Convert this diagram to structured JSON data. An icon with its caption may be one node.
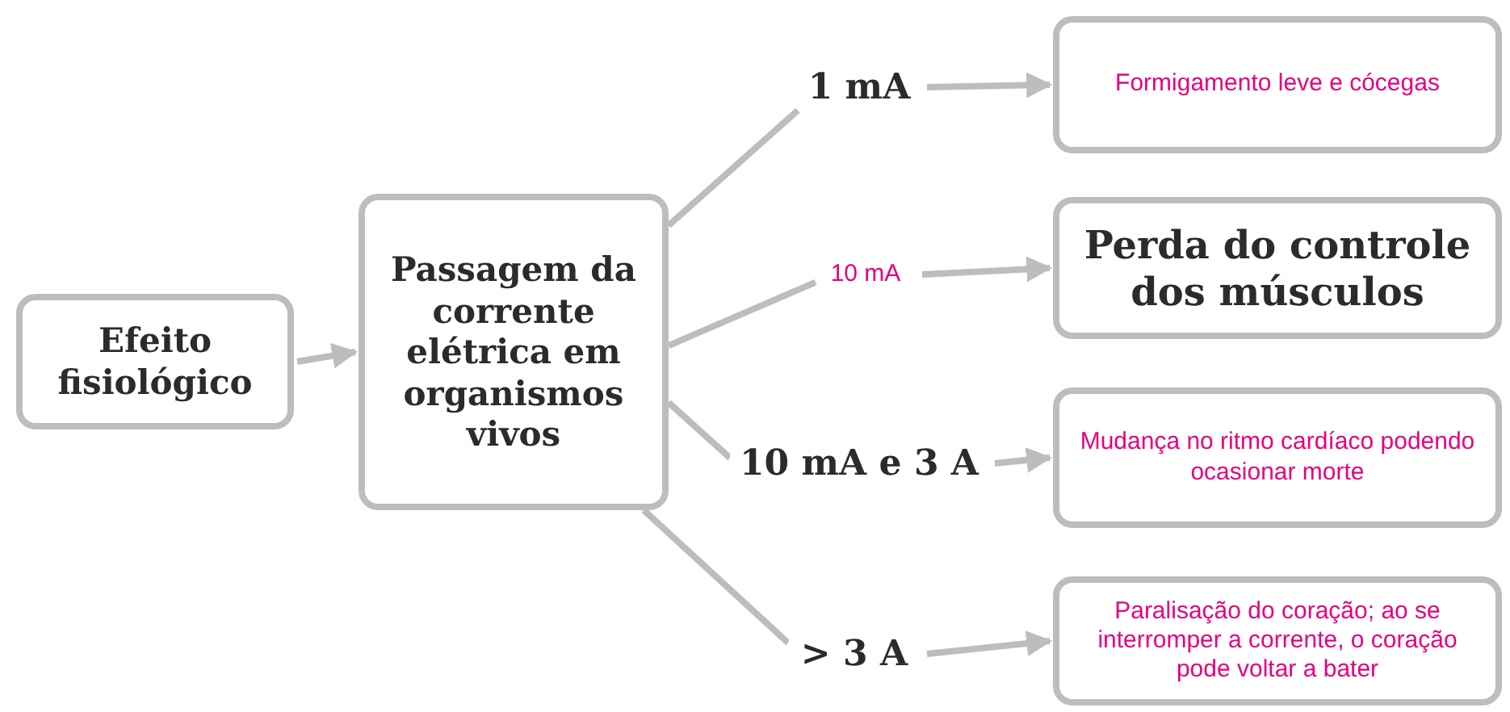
{
  "diagram": {
    "nodes": [
      {
        "text": [
          "Efeito fisiológico"
        ]
      },
      {
        "text": [
          "Passagem da corrente elétrica em organismos vivos"
        ]
      },
      {
        "text": [
          "1 mA"
        ]
      },
      {
        "text": [
          "Formigamento leve e cócegas"
        ]
      },
      {
        "text": [
          "10 mA"
        ]
      },
      {
        "text": [
          "Perda do controle dos músculos"
        ]
      },
      {
        "text": [
          "10 mA e 3 A"
        ]
      },
      {
        "text": [
          "Mudança no ritmo cardíaco podendo ocasionar morte"
        ]
      },
      {
        "text": [
          "> 3 A"
        ]
      },
      {
        "text": [
          "Paralisação do coração; ao se interromper a corrente, o coração pode voltar a bater"
        ]
      }
    ],
    "edges": [
      {
        "from": 0,
        "to": 1,
        "arrow": "to"
      },
      {
        "from": 1,
        "to": 2,
        "arrow": "none"
      },
      {
        "from": 1,
        "to": 4,
        "arrow": "none"
      },
      {
        "from": 1,
        "to": 6,
        "arrow": "none"
      },
      {
        "from": 1,
        "to": 8,
        "arrow": "none"
      },
      {
        "from": 2,
        "to": 3,
        "arrow": "to"
      },
      {
        "from": 4,
        "to": 5,
        "arrow": "to"
      },
      {
        "from": 6,
        "to": 7,
        "arrow": "to"
      },
      {
        "from": 8,
        "to": 9,
        "arrow": "to"
      }
    ]
  }
}
